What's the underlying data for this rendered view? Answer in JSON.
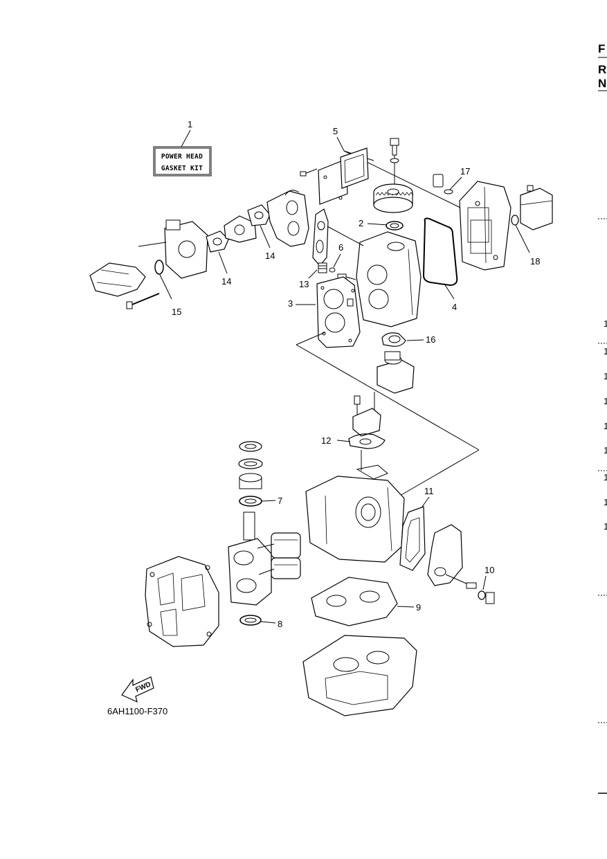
{
  "kit_label": {
    "line1": "POWER HEAD",
    "line2": "GASKET KIT"
  },
  "figure_code": "6AH1100-F370",
  "fwd_label": "FWD",
  "callouts": {
    "c1": "1",
    "c2": "2",
    "c3": "3",
    "c4": "4",
    "c5": "5",
    "c6": "6",
    "c7": "7",
    "c8": "8",
    "c9": "9",
    "c10": "10",
    "c11": "11",
    "c12": "12",
    "c13": "13",
    "c14a": "14",
    "c14b": "14",
    "c15": "15",
    "c16": "16",
    "c17": "17",
    "c18": "18"
  },
  "edge": {
    "letters": [
      "F",
      "R",
      "N"
    ],
    "digits": [
      "1",
      "1",
      "1",
      "1",
      "1",
      "1",
      "1",
      "1",
      "1"
    ]
  }
}
